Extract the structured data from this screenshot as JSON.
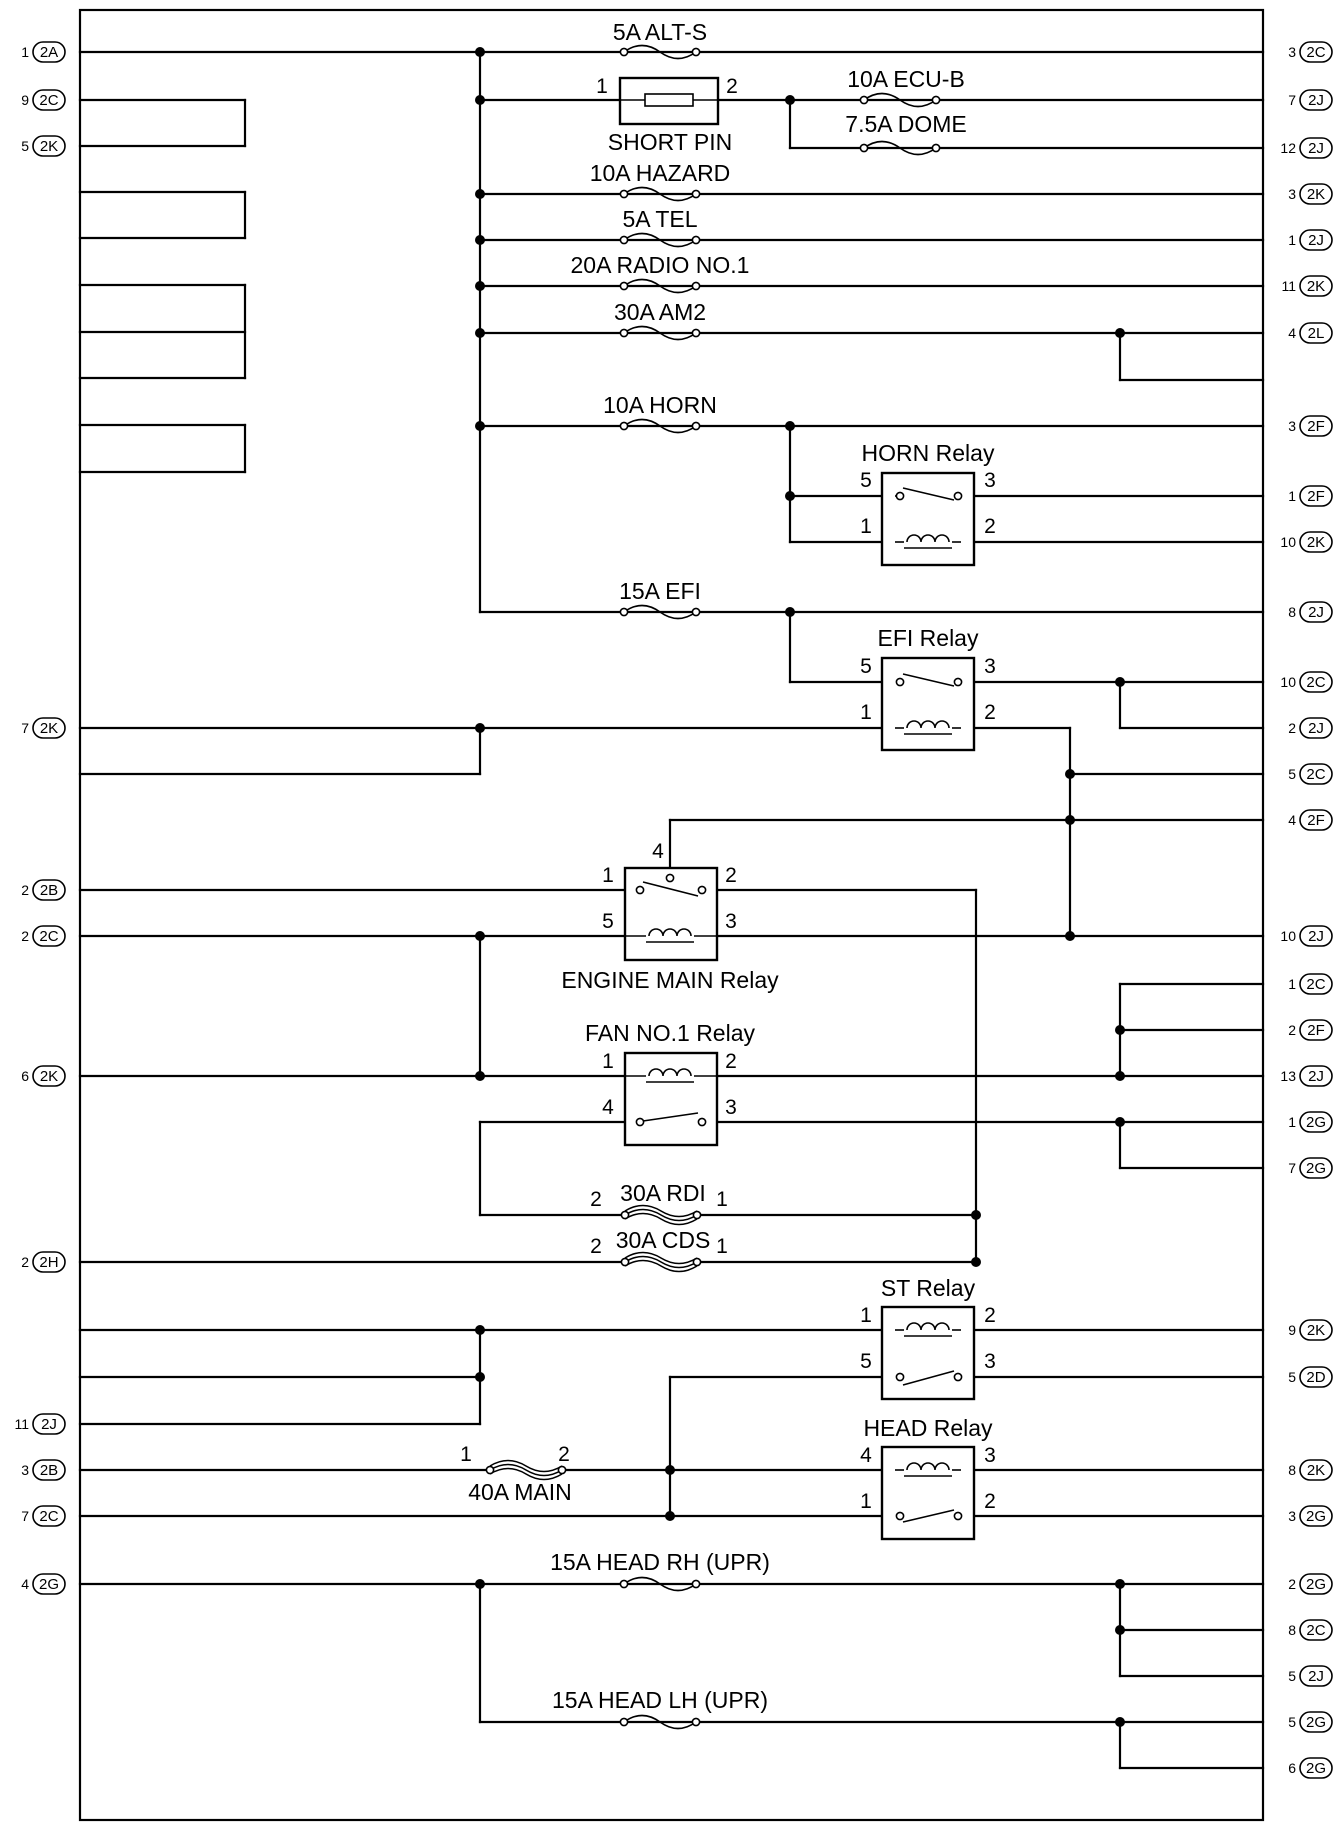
{
  "fuses": {
    "alt_s": "5A ALT-S",
    "ecu_b": "10A ECU-B",
    "dome": "7.5A DOME",
    "short_pin": "SHORT PIN",
    "hazard": "10A HAZARD",
    "tel": "5A TEL",
    "radio": "20A RADIO NO.1",
    "am2": "30A AM2",
    "horn": "10A HORN",
    "efi": "15A EFI",
    "rdi": "30A RDI",
    "cds": "30A CDS",
    "main": "40A MAIN",
    "head_rh": "15A HEAD RH (UPR)",
    "head_lh": "15A HEAD LH (UPR)"
  },
  "relays": {
    "horn": "HORN Relay",
    "efi": "EFI Relay",
    "engine_main": "ENGINE MAIN Relay",
    "fan1": "FAN NO.1 Relay",
    "st": "ST Relay",
    "head": "HEAD Relay"
  },
  "pins": [
    "1",
    "2",
    "3",
    "4",
    "5"
  ],
  "left_connectors": [
    {
      "num": "1",
      "code": "2A"
    },
    {
      "num": "9",
      "code": "2C"
    },
    {
      "num": "5",
      "code": "2K"
    },
    {
      "num": "7",
      "code": "2K"
    },
    {
      "num": "2",
      "code": "2B"
    },
    {
      "num": "2",
      "code": "2C"
    },
    {
      "num": "6",
      "code": "2K"
    },
    {
      "num": "2",
      "code": "2H"
    },
    {
      "num": "11",
      "code": "2J"
    },
    {
      "num": "3",
      "code": "2B"
    },
    {
      "num": "7",
      "code": "2C"
    },
    {
      "num": "4",
      "code": "2G"
    }
  ],
  "right_connectors": [
    {
      "num": "3",
      "code": "2C"
    },
    {
      "num": "7",
      "code": "2J"
    },
    {
      "num": "12",
      "code": "2J"
    },
    {
      "num": "3",
      "code": "2K"
    },
    {
      "num": "1",
      "code": "2J"
    },
    {
      "num": "11",
      "code": "2K"
    },
    {
      "num": "4",
      "code": "2L"
    },
    {
      "num": "3",
      "code": "2F"
    },
    {
      "num": "1",
      "code": "2F"
    },
    {
      "num": "10",
      "code": "2K"
    },
    {
      "num": "8",
      "code": "2J"
    },
    {
      "num": "10",
      "code": "2C"
    },
    {
      "num": "2",
      "code": "2J"
    },
    {
      "num": "5",
      "code": "2C"
    },
    {
      "num": "4",
      "code": "2F"
    },
    {
      "num": "10",
      "code": "2J"
    },
    {
      "num": "1",
      "code": "2C"
    },
    {
      "num": "2",
      "code": "2F"
    },
    {
      "num": "13",
      "code": "2J"
    },
    {
      "num": "1",
      "code": "2G"
    },
    {
      "num": "7",
      "code": "2G"
    },
    {
      "num": "9",
      "code": "2K"
    },
    {
      "num": "5",
      "code": "2D"
    },
    {
      "num": "8",
      "code": "2K"
    },
    {
      "num": "3",
      "code": "2G"
    },
    {
      "num": "2",
      "code": "2G"
    },
    {
      "num": "8",
      "code": "2C"
    },
    {
      "num": "5",
      "code": "2J"
    },
    {
      "num": "5",
      "code": "2G"
    },
    {
      "num": "6",
      "code": "2G"
    }
  ]
}
